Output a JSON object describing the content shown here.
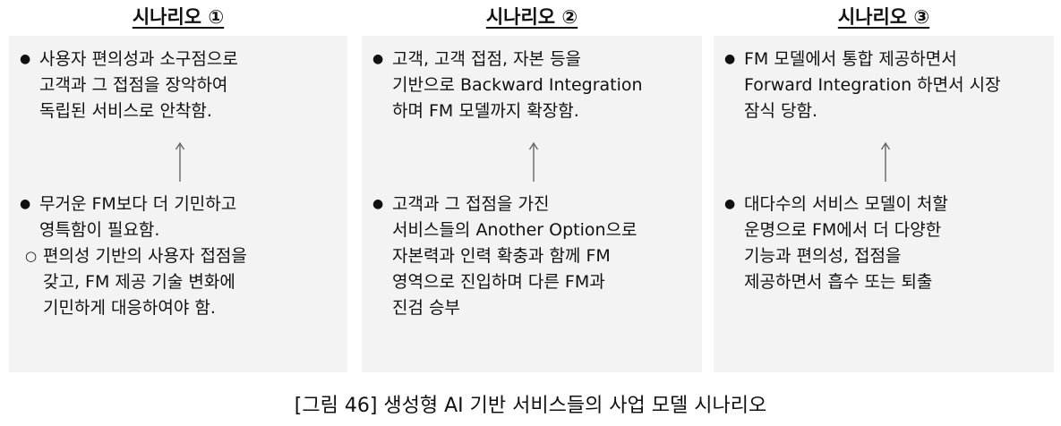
{
  "scenarios": [
    {
      "title": "시나리오 ①",
      "top": {
        "lines": [
          "사용자 편의성과 소구점으로",
          "고객과 그 접점을 장악하여",
          "독립된 서비스로 안착함."
        ]
      },
      "bottom": {
        "lines": [
          "무거운 FM보다 더 기민하고",
          "영특함이 필요함."
        ],
        "sub_lines": [
          "편의성 기반의 사용자 접점을",
          "갖고, FM 제공 기술 변화에",
          "기민하게 대응하여야 함."
        ]
      }
    },
    {
      "title": "시나리오 ②",
      "top": {
        "lines": [
          "고객, 고객 접점, 자본 등을",
          "기반으로 Backward Integration",
          "하며 FM 모델까지 확장함."
        ]
      },
      "bottom": {
        "lines": [
          "고객과 그 접점을 가진",
          "서비스들의 Another Option으로",
          "자본력과 인력 확충과 함께 FM",
          "영역으로 진입하며 다른 FM과",
          "진검 승부"
        ]
      }
    },
    {
      "title": "시나리오 ③",
      "top": {
        "lines": [
          "FM 모델에서 통합 제공하면서",
          "Forward Integration 하면서 시장",
          "잠식 당함."
        ]
      },
      "bottom": {
        "lines": [
          "대다수의 서비스 모델이 처할",
          "운명으로 FM에서 더 다양한",
          "기능과 편의성, 접점을",
          "제공하면서 흡수 또는 퇴출"
        ]
      }
    }
  ],
  "caption": "[그림 46] 생성형 AI 기반 서비스들의 사업 모델 시나리오",
  "colors": {
    "panel_background": "#f3f3f3",
    "text": "#111111",
    "arrow": "#666666"
  }
}
